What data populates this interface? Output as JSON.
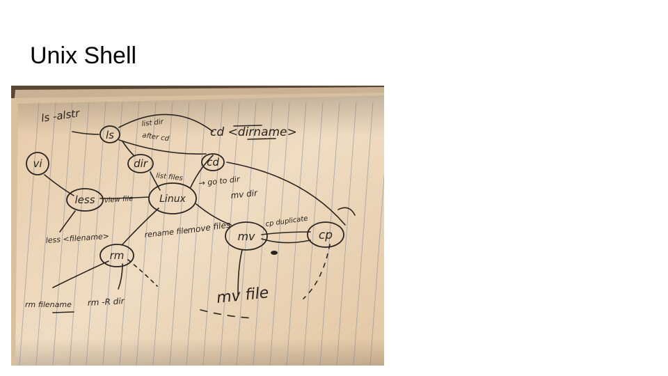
{
  "slide": {
    "title": "Unix Shell"
  },
  "diagram": {
    "nodes": {
      "linux": "Linux",
      "ls": "ls",
      "dir": "dir",
      "cd": "cd",
      "vi": "vi",
      "less": "less",
      "rm": "rm",
      "mv": "mv",
      "cp": "cp"
    },
    "labels": {
      "ls_alstr": "ls -alstr",
      "list_dir": "list dir",
      "after_cd": "after cd",
      "cd_dirname": "cd <dirname>",
      "list_files": "list files",
      "go_to_dir": "→ go to dir",
      "mv_dir": "mv dir",
      "view_file": "view file",
      "less_filename": "less <filename>",
      "rename_file": "rename file",
      "move_files": "move files",
      "cp_duplicate": "cp duplicate",
      "mv_file": "mv file",
      "rm_filename": "rm filename",
      "rm_r_dir": "rm -R dir"
    }
  },
  "colors": {
    "paper": "#e9d4b8",
    "ink": "#2a2420",
    "rule_line": "#7d8aa0"
  }
}
